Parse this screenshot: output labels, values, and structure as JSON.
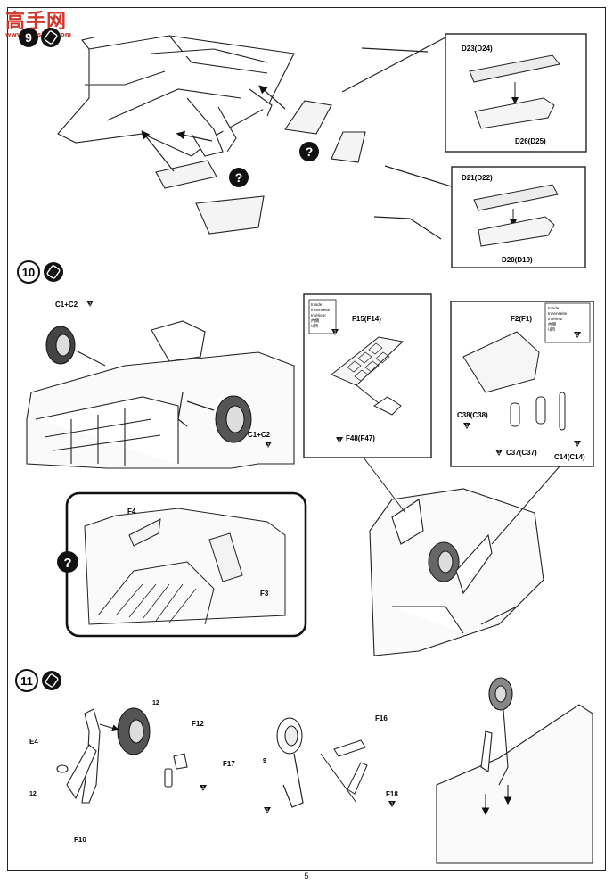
{
  "watermark": {
    "title": "高手网",
    "url": "www.gaoshou.com"
  },
  "page_number": "5",
  "steps": [
    {
      "number": "9"
    },
    {
      "number": "10"
    },
    {
      "number": "11"
    }
  ],
  "step9": {
    "callout_top": {
      "upper": "D23(D24)",
      "lower": "D26(D25)"
    },
    "callout_bottom": {
      "upper": "D21(D22)",
      "lower": "D20(D19)"
    },
    "question_mark": "?"
  },
  "step10": {
    "wheel_left": "C1+C2",
    "wheel_right": "C1+C2",
    "paint_code_7": "7",
    "callout_left": {
      "legend": [
        "Inside",
        "Innenseite",
        "Intérieur",
        "內側",
        "내측"
      ],
      "legend_code": "1",
      "part_upper": "F15(F14)",
      "part_lower": "F48(F47)",
      "part_lower_code": "1"
    },
    "callout_right": {
      "legend": [
        "Inside",
        "Innenseite",
        "Intérieur",
        "內側",
        "내측"
      ],
      "legend_code": "1",
      "part_top": "F2(F1)",
      "part_a": "C38(C38)",
      "part_b": "C37(C37)",
      "part_c": "C14(C14)",
      "code": "1"
    },
    "detail": {
      "part_f4": "F4",
      "part_f3": "F3"
    },
    "question_mark": "?"
  },
  "step11": {
    "e4": "E4",
    "f10": "F10",
    "f12": "F12",
    "f17": "F17",
    "f16": "F16",
    "f18": "F18",
    "code_12": "12",
    "code_1": "1",
    "code_9": "9"
  }
}
